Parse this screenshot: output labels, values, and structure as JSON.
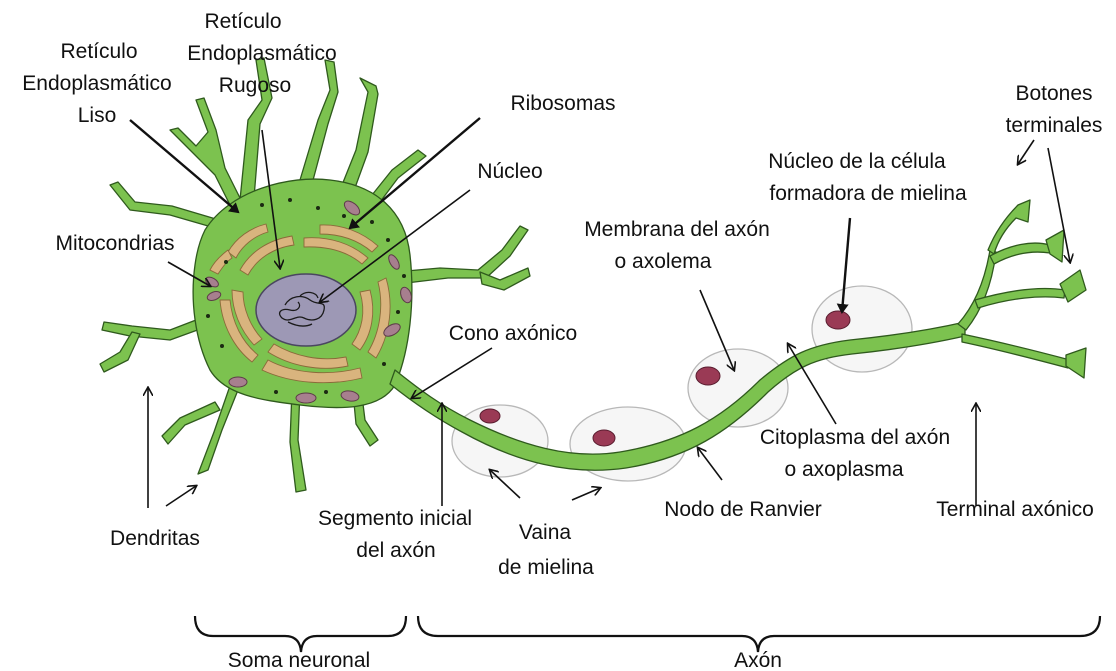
{
  "colors": {
    "cytoplasm": "#7cc24f",
    "cytoplasm_outline": "#2f5a1d",
    "er": "#d9b47e",
    "nucleus": "#9d98b5",
    "mitochondria": "#a77f8e",
    "myelin_nucleus": "#9a3a55",
    "myelin_sheath": "#f6f6f6"
  },
  "labels": {
    "reticulo_rugoso": [
      "Retículo",
      "Endoplasmático",
      "Rugoso"
    ],
    "reticulo_liso": [
      "Retículo",
      "Endoplasmático",
      "Liso"
    ],
    "ribosomas": "Ribosomas",
    "nucleo": "Núcleo",
    "mitocondrias": "Mitocondrias",
    "botones": [
      "Botones",
      "terminales"
    ],
    "nucleo_celula": [
      "Núcleo de la célula",
      "formadora de mielina"
    ],
    "membrana": [
      "Membrana del axón",
      "o axolema"
    ],
    "cono": "Cono axónico",
    "citoplasma": [
      "Citoplasma del axón",
      "o axoplasma"
    ],
    "dendritas": "Dendritas",
    "segmento": [
      "Segmento inicial",
      "del axón"
    ],
    "vaina": [
      "Vaina",
      "de mielina"
    ],
    "nodo": "Nodo de Ranvier",
    "terminal": "Terminal axónico",
    "soma": "Soma neuronal",
    "axon": "Axón"
  }
}
